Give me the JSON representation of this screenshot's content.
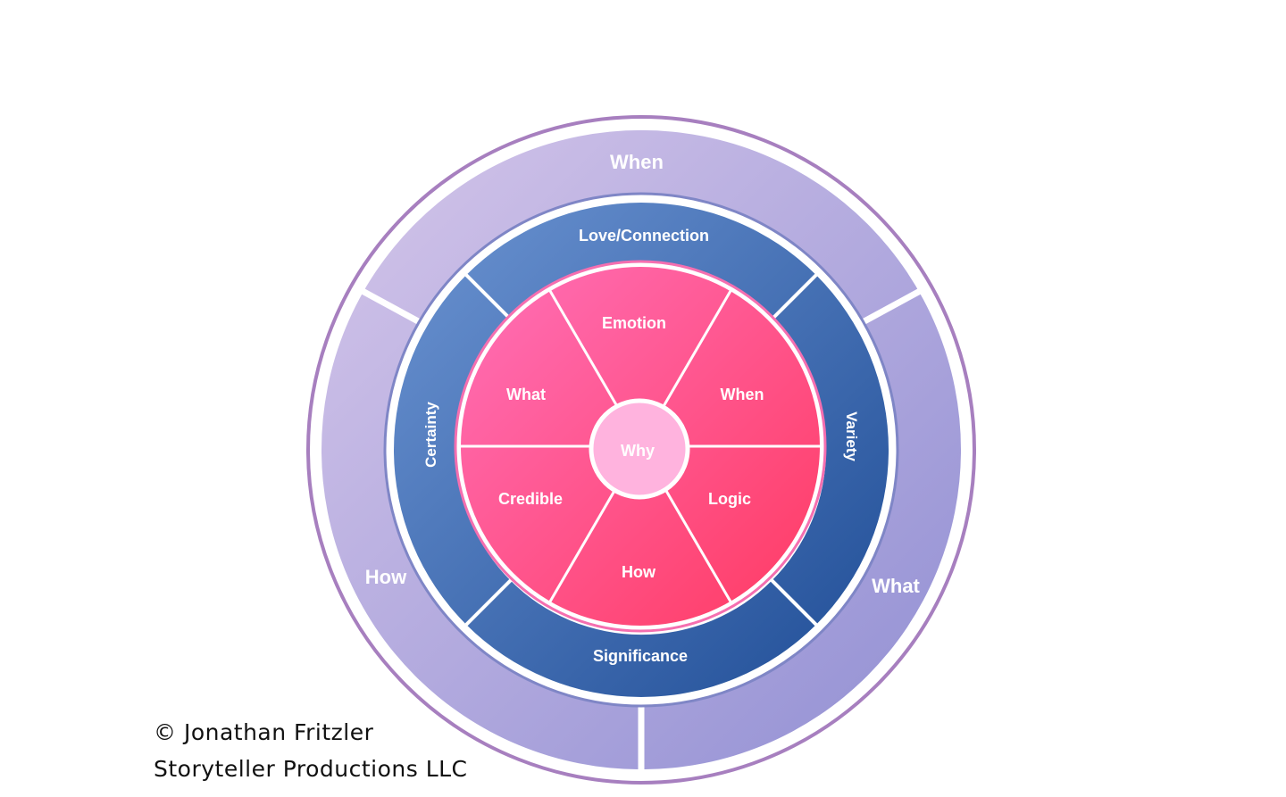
{
  "diagram": {
    "outer_ring": {
      "top": "When",
      "right": "What",
      "left": "How"
    },
    "middle_ring": {
      "top": "Love/Connection",
      "right": "Variety",
      "bottom": "Significance",
      "left": "Certainty"
    },
    "inner_wheel": {
      "top": "Emotion",
      "top_right": "When",
      "bottom_right": "Logic",
      "bottom": "How",
      "bottom_left": "Credible",
      "top_left": "What"
    },
    "center": "Why"
  },
  "colors": {
    "outer_ring_light": "#cfc0e6",
    "outer_ring_dark": "#9a98d6",
    "outer_border": "#a77fbf",
    "middle_ring_light": "#6a91cf",
    "middle_ring_dark": "#24529a",
    "inner_light": "#ff6bb3",
    "inner_dark": "#ff3c66",
    "center_fill": "#ffb3de",
    "pink_border": "#f56fb0"
  },
  "copyright": {
    "line1": "© Jonathan Fritzler",
    "line2": "Storyteller Productions LLC"
  }
}
